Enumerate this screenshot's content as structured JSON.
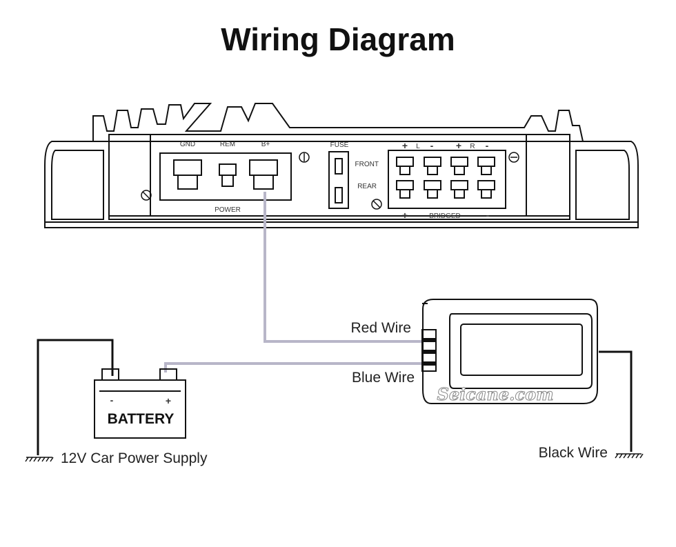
{
  "title": "Wiring Diagram",
  "amplifier": {
    "power_terminals": [
      "GND",
      "REM",
      "B+"
    ],
    "power_label": "POWER",
    "fuse_label": "FUSE",
    "channel_plus": "+",
    "channel_minus": "-",
    "left_label": "L",
    "right_label": "R",
    "front_label": "FRONT",
    "rear_label": "REAR",
    "bridged_label": "BRIDGED",
    "bridged_plus": "+",
    "bridged_minus": "-"
  },
  "battery": {
    "label": "BATTERY",
    "minus": "-",
    "plus": "+"
  },
  "wires": {
    "red": "Red Wire",
    "blue": "Blue Wire",
    "black": "Black Wire"
  },
  "supply_label": "12V Car Power Supply",
  "watermark": "Seicane.com",
  "colors": {
    "line": "#111111",
    "signal_wire": "#b8b6c8"
  }
}
